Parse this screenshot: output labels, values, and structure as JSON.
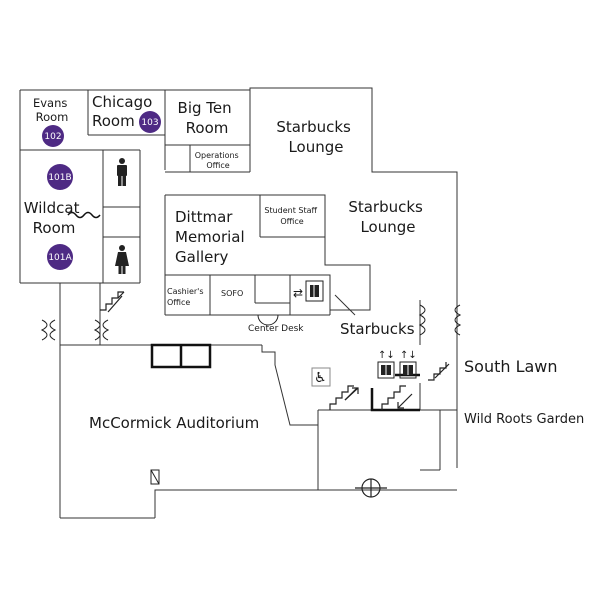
{
  "rooms": {
    "evans": [
      "Evans",
      "Room"
    ],
    "chicago": [
      "Chicago",
      "Room"
    ],
    "big_ten": [
      "Big Ten",
      "Room"
    ],
    "operations": [
      "Operations",
      "Office"
    ],
    "starbucks_lounge_1": [
      "Starbucks",
      "Lounge"
    ],
    "starbucks_lounge_2": [
      "Starbucks",
      "Lounge"
    ],
    "wildcat": [
      "Wildcat",
      "Room"
    ],
    "dittmar": [
      "Dittmar",
      "Memorial",
      "Gallery"
    ],
    "student_staff": [
      "Student Staff",
      "Office"
    ],
    "cashiers": [
      "Cashier's",
      "Office"
    ],
    "sofo": "SOFO",
    "center_desk": "Center Desk",
    "starbucks": "Starbucks",
    "auditorium": "McCormick Auditorium"
  },
  "outdoor": {
    "south_lawn": "South Lawn",
    "wild_roots": "Wild Roots Garden"
  },
  "room_numbers": {
    "evans": "102",
    "chicago": "103",
    "wildcat_b": "101B",
    "wildcat_a": "101A"
  },
  "colors": {
    "badge": "#4e2a84",
    "walls": "#333333",
    "icon_fill": "#222222"
  },
  "icons": [
    "restroom-men-icon",
    "restroom-women-icon",
    "stairs-icon",
    "elevator-icon",
    "accessible-icon",
    "revolving-door-icon",
    "door-swing-icon"
  ]
}
